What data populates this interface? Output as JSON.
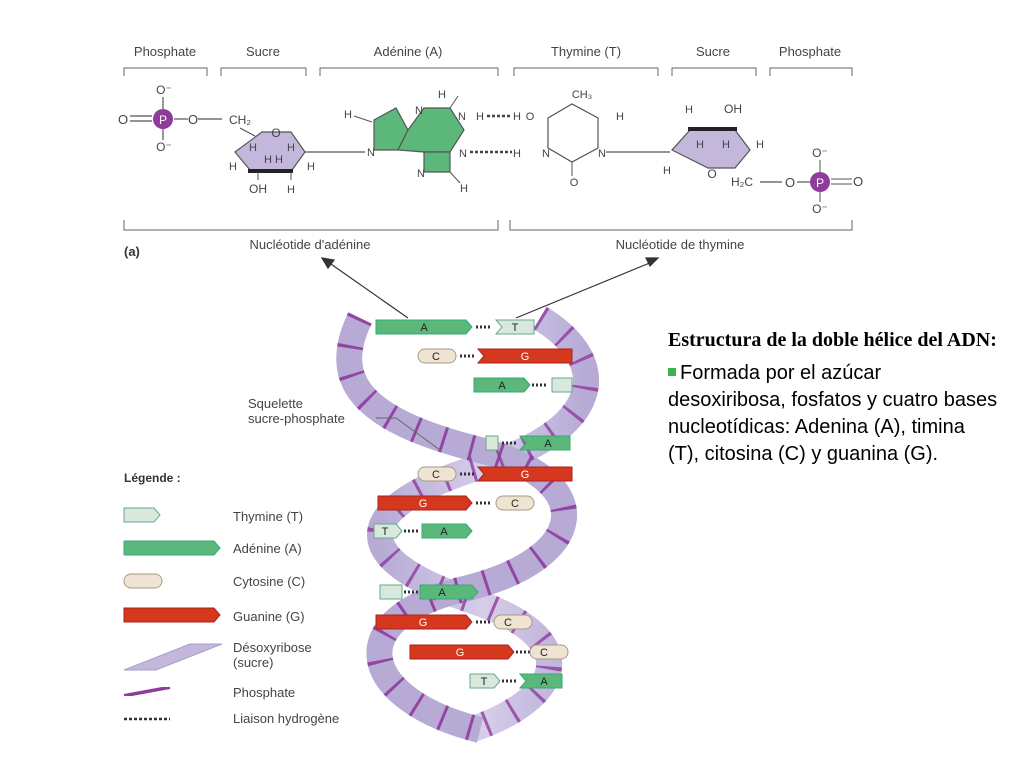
{
  "top_headers": [
    "Phosphate",
    "Sucre",
    "Adénine (A)",
    "Thymine (T)",
    "Sucre",
    "Phosphate"
  ],
  "nucleotide_labels": {
    "panel": "(a)",
    "adenine": "Nucléotide d'adénine",
    "thymine": "Nucléotide de thymine"
  },
  "chem": {
    "P": "P",
    "O": "O",
    "Ominus": "O⁻",
    "H": "H",
    "N": "N",
    "CH2": "CH₂",
    "H2C": "H₂C",
    "OH": "OH",
    "CH3": "CH₃",
    "H2N_dots": "·····H–N"
  },
  "backbone_label": [
    "Squelette",
    "sucre-phosphate"
  ],
  "bases": {
    "A": "A",
    "T": "T",
    "C": "C",
    "G": "G"
  },
  "legend": {
    "title": "Légende :",
    "items": [
      {
        "key": "thymine",
        "label": "Thymine (T)"
      },
      {
        "key": "adenine",
        "label": "Adénine (A)"
      },
      {
        "key": "cytosine",
        "label": "Cytosine (C)"
      },
      {
        "key": "guanine",
        "label": "Guanine (G)"
      },
      {
        "key": "desoxyribose",
        "label": "Désoxyribose",
        "label2": "(sucre)"
      },
      {
        "key": "phosphate",
        "label": "Phosphate"
      },
      {
        "key": "hbond",
        "label": "Liaison hydrogène"
      }
    ]
  },
  "caption": {
    "title": "Estructura de la doble hélice del ADN:",
    "body": "Formada por el azúcar desoxiribosa, fosfatos y cuatro bases nucleotídicas: Adenina (A), timina (T), citosina (C) y guanina (G)."
  },
  "colors": {
    "thymine": "#d8e8dc",
    "adenine": "#5cb87a",
    "cytosine": "#efe3d2",
    "guanine": "#d6381e",
    "sugar": "#c3b8dc",
    "phosphate": "#8e3b9c"
  }
}
